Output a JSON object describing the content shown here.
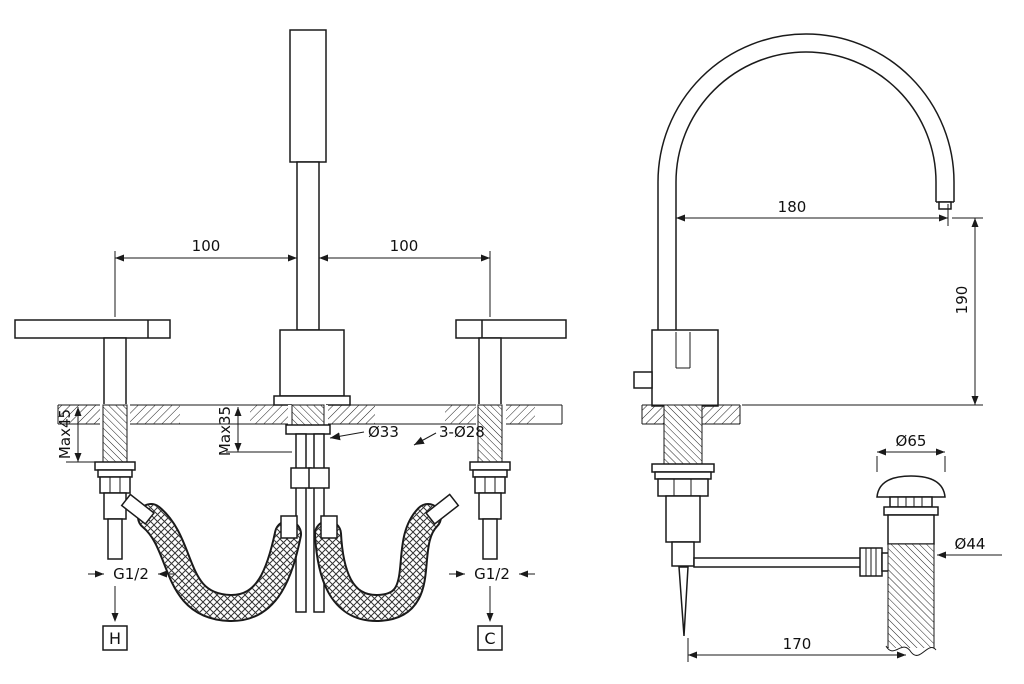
{
  "colors": {
    "line": "#1a1a1a",
    "background": "#ffffff"
  },
  "front_view": {
    "dims": {
      "spacing_left": "100",
      "spacing_right": "100",
      "max_left": "Max45",
      "max_center": "Max35",
      "center_hole": "Ø33",
      "holes_note": "3-Ø28",
      "thread_left": "G1/2",
      "thread_right": "G1/2",
      "hot_label": "H",
      "cold_label": "C"
    }
  },
  "side_view": {
    "dims": {
      "reach": "180",
      "height": "190",
      "waste_cap": "Ø65",
      "waste_tail": "Ø44",
      "waste_offset": "170"
    }
  }
}
